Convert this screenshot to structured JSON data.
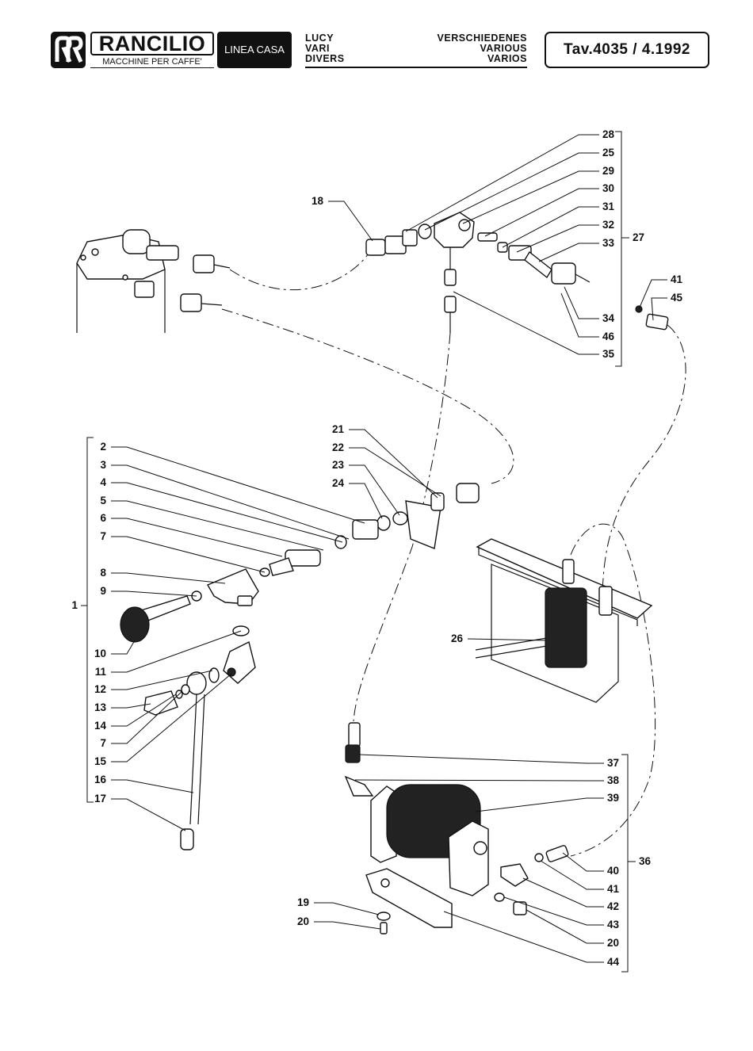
{
  "header": {
    "brand": "RANCILIO",
    "brand_sub": "MACCHINE PER CAFFE'",
    "line": "LINEA CASA",
    "title_left": [
      "LUCY",
      "VARI",
      "DIVERS"
    ],
    "title_right": [
      "VERSCHIEDENES",
      "VARIOUS",
      "VARIOS"
    ],
    "table_ref": "Tav.4035 / 4.1992"
  },
  "callouts": {
    "group_27_parts": [
      "28",
      "25",
      "29",
      "30",
      "31",
      "32",
      "33",
      "34",
      "46",
      "35"
    ],
    "group_27": "27",
    "right_top": [
      "41",
      "45"
    ],
    "pump_feed": [
      "18",
      "21",
      "22",
      "23",
      "24"
    ],
    "group_1_parts": [
      "2",
      "3",
      "4",
      "5",
      "6",
      "7",
      "8",
      "9",
      "10",
      "11",
      "12",
      "13",
      "14",
      "7",
      "15",
      "16",
      "17"
    ],
    "group_1": "1",
    "tank": "26",
    "group_36_parts": [
      "37",
      "38",
      "39",
      "40",
      "41",
      "42",
      "43",
      "20",
      "44"
    ],
    "group_36": "36",
    "bracket_screws": [
      "19",
      "20"
    ]
  }
}
